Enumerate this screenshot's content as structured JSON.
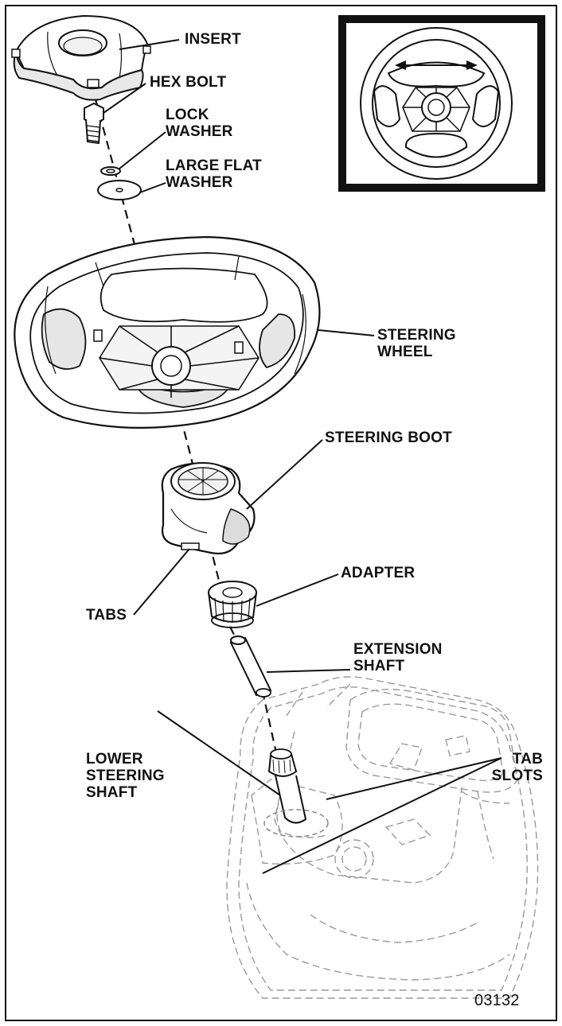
{
  "labels": {
    "insert": "INSERT",
    "hex_bolt": "HEX BOLT",
    "lock_washer": "LOCK\nWASHER",
    "large_flat_washer": "LARGE FLAT\nWASHER",
    "steering_wheel": "STEERING\nWHEEL",
    "steering_boot": "STEERING BOOT",
    "tabs": "TABS",
    "adapter": "ADAPTER",
    "extension_shaft": "EXTENSION\nSHAFT",
    "lower_steering_shaft": "LOWER\nSTEERING\nSHAFT",
    "tab_slots": "TAB\nSLOTS"
  },
  "figure_number": "03132",
  "colors": {
    "line": "#111111",
    "ghost": "#9a9a9a",
    "fill": "#ffffff",
    "shade": "#d9d9d9"
  }
}
